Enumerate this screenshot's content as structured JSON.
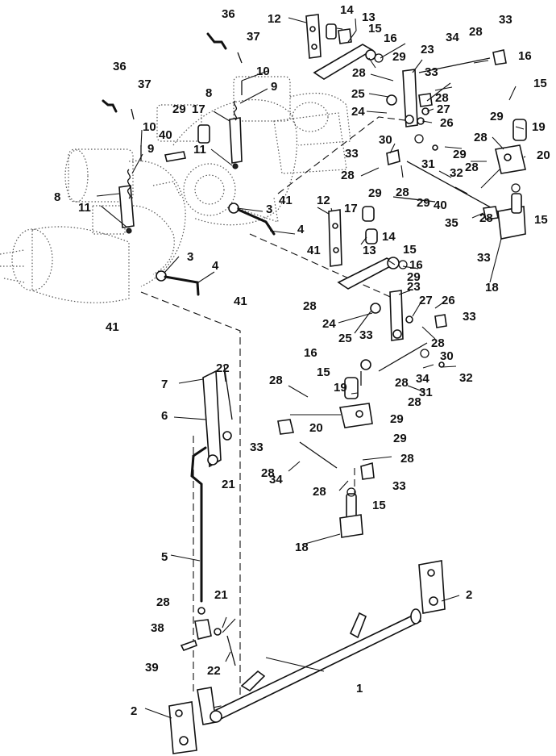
{
  "callouts": {
    "c1": "1",
    "c2a": "2",
    "c2b": "2",
    "c3a": "3",
    "c3b": "3",
    "c4a": "4",
    "c4b": "4",
    "c5": "5",
    "c6": "6",
    "c7": "7",
    "c8a": "8",
    "c8b": "8",
    "c9a": "9",
    "c9b": "9",
    "c10a": "10",
    "c10b": "10",
    "c11a": "11",
    "c11b": "11",
    "c12a": "12",
    "c12b": "12",
    "c13a": "13",
    "c13b": "13",
    "c14a": "14",
    "c14b": "14",
    "c15a": "15",
    "c15b": "15",
    "c15c": "15",
    "c15d": "15",
    "c15e": "15",
    "c15f": "15",
    "c16a": "16",
    "c16b": "16",
    "c16c": "16",
    "c16d": "16",
    "c17a": "17",
    "c17b": "17",
    "c18a": "18",
    "c18b": "18",
    "c19a": "19",
    "c19b": "19",
    "c20a": "20",
    "c20b": "20",
    "c21a": "21",
    "c21b": "21",
    "c22a": "22",
    "c22b": "22",
    "c23a": "23",
    "c23b": "23",
    "c24a": "24",
    "c24b": "24",
    "c25a": "25",
    "c25b": "25",
    "c26a": "26",
    "c26b": "26",
    "c27a": "27",
    "c27b": "27",
    "c28a": "28",
    "c28b": "28",
    "c28c": "28",
    "c28d": "28",
    "c28e": "28",
    "c28f": "28",
    "c28g": "28",
    "c28h": "28",
    "c28i": "28",
    "c28j": "28",
    "c28k": "28",
    "c28l": "28",
    "c28m": "28",
    "c28n": "28",
    "c28o": "28",
    "c28p": "28",
    "c28q": "28",
    "c29a": "29",
    "c29b": "29",
    "c29c": "29",
    "c29d": "29",
    "c29e": "29",
    "c29f": "29",
    "c29g": "29",
    "c29h": "29",
    "c29i": "29",
    "c30a": "30",
    "c30b": "30",
    "c31a": "31",
    "c31b": "31",
    "c32a": "32",
    "c32b": "32",
    "c33a": "33",
    "c33b": "33",
    "c33c": "33",
    "c33d": "33",
    "c33e": "33",
    "c33f": "33",
    "c33g": "33",
    "c33h": "33",
    "c34a": "34",
    "c34b": "34",
    "c34c": "34",
    "c35": "35",
    "c36a": "36",
    "c36b": "36",
    "c37a": "37",
    "c37b": "37",
    "c38": "38",
    "c39": "39",
    "c40a": "40",
    "c40b": "40",
    "c41a": "41",
    "c41b": "41",
    "c41c": "41",
    "c41d": "41"
  }
}
